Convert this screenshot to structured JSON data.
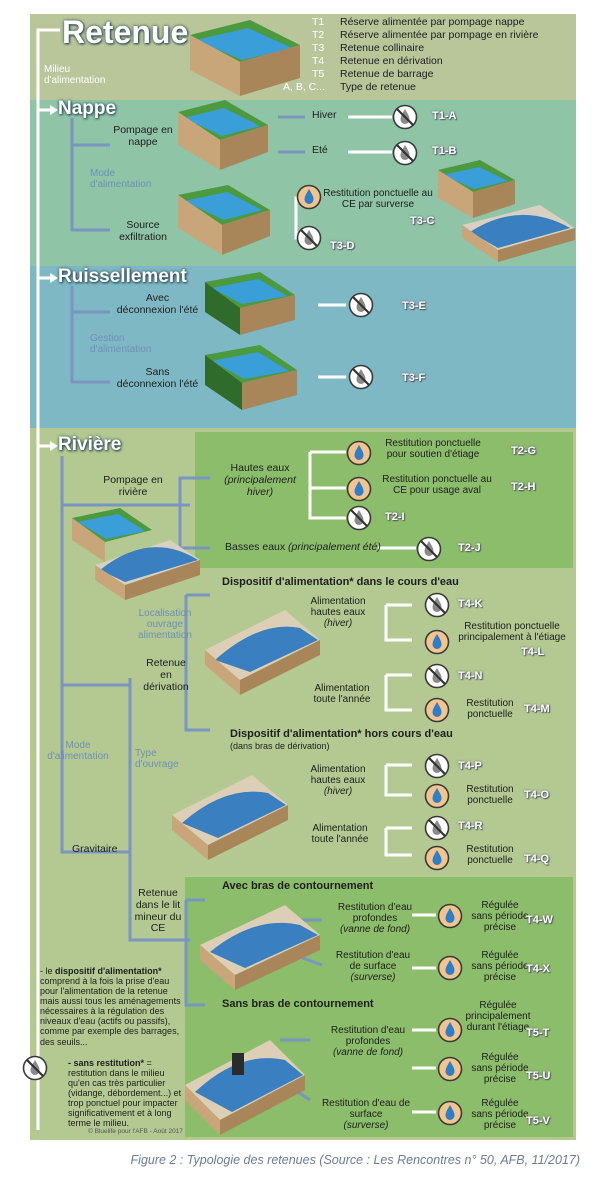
{
  "title": "Retenue",
  "milieu_label": "Milieu d'alimentation",
  "legend": [
    {
      "code": "T1",
      "text": "Réserve alimentée par pompage nappe"
    },
    {
      "code": "T2",
      "text": "Réserve alimentée par pompage en rivière"
    },
    {
      "code": "T3",
      "text": "Retenue collinaire"
    },
    {
      "code": "T4",
      "text": "Retenue en dérivation"
    },
    {
      "code": "T5",
      "text": "Retenue de barrage"
    },
    {
      "code": "A, B, C...",
      "text": "Type de retenue"
    }
  ],
  "nappe": {
    "header": "Nappe",
    "mode_label": "Mode d'alimentation",
    "pompage": "Pompage en nappe",
    "hiver": "Hiver",
    "ete": "Eté",
    "t1a": "T1-A",
    "t1b": "T1-B",
    "source": "Source exfiltration",
    "restitution": "Restitution ponctuelle au CE par surverse",
    "t3c": "T3-C",
    "t3d": "T3-D"
  },
  "ruissellement": {
    "header": "Ruissellement",
    "gestion_label": "Gestion d'alimentation",
    "avec": "Avec déconnexion l'été",
    "sans": "Sans déconnexion l'été",
    "t3e": "T3-E",
    "t3f": "T3-F"
  },
  "riviere": {
    "header": "Rivière",
    "pompage": "Pompage en rivière",
    "hautes_eaux": "Hautes eaux",
    "hautes_eaux_note": "(principalement hiver)",
    "basses_eaux": "Basses eaux",
    "basses_eaux_note": "(principalement été)",
    "rest_etiage": "Restitution ponctuelle pour soutien d'étiage",
    "t2g": "T2-G",
    "rest_aval": "Restitution ponctuelle au CE pour usage aval",
    "t2h": "T2-H",
    "t2i": "T2-I",
    "t2j": "T2-J",
    "mode_label": "Mode d'alimentation",
    "localisation_label": "Localisation ouvrage alimentation",
    "type_ouvrage_label": "Type d'ouvrage",
    "dispositif_dans": "Dispositif d'alimentation* dans le cours d'eau",
    "dispositif_hors": "Dispositif d'alimentation* hors cours d'eau",
    "dispositif_hors_note": "(dans bras de dérivation)",
    "retenue_derivation": "Retenue en dérivation",
    "gravitaire": "Gravitaire",
    "alim_hautes": "Alimentation hautes eaux",
    "alim_hautes_note": "(hiver)",
    "alim_toute": "Alimentation toute l'année",
    "t4k": "T4-K",
    "rest_princ_etiage": "Restitution ponctuelle principalement à l'étiage",
    "t4l": "T4-L",
    "t4n": "T4-N",
    "rest_ponct": "Restitution ponctuelle",
    "t4m": "T4-M",
    "alim_hautes2": "Alimentation hautes eaux",
    "alim_hautes2_note": "(hiver)",
    "t4p": "T4-P",
    "t4o": "T4-O",
    "alim_toute2": "Alimentation toute l'année",
    "t4r": "T4-R",
    "t4q": "T4-Q",
    "retenue_lit": "Retenue dans le lit mineur du CE",
    "avec_bras": "Avec bras de contournement",
    "sans_bras": "Sans bras de contournement",
    "rest_profondes": "Restitution d'eau profondes",
    "vanne": "(vanne de fond)",
    "rest_surface": "Restitution d'eau de surface",
    "surverse": "(surverse)",
    "reg_sans": "Régulée sans période précise",
    "reg_princ": "Régulée principalement durant l'étiage",
    "t4w": "T4-W",
    "t4x": "T4-X",
    "t5t": "T5-T",
    "t5u": "T5-U",
    "t5v": "T5-V"
  },
  "footnote": {
    "dispositif_intro": "- le",
    "dispositif_term": "dispositif d'alimentation*",
    "dispositif_text": "comprend à la fois la prise d'eau pour l'alimentation de la retenue mais aussi tous les aménagements nécessaires à la régulation des niveaux d'eau (actifs ou passifs), comme par exemple des barrages, des seuils...",
    "sans_term": "- sans restitution*",
    "sans_text": "= restitution dans le milieu qu'en cas très particulier (vidange, débordement...) et trop ponctuel pour impacter significativement et à long terme le milieu.",
    "credit": "© Bluelife pour l'AFB - Août 2017"
  },
  "caption": "Figure 2 : Typologie des retenues (Source : Les Rencontres n° 50, AFB, 11/2017)",
  "icons": [
    "pool-illustration",
    "no-restitution-icon",
    "restitution-icon"
  ],
  "colors": {
    "band_retenue": "#b9c69a",
    "band_nappe": "#8fc4a6",
    "band_ruissellement": "#7fb8c5",
    "band_riviere": "#b3c991",
    "box_green": "#8cbd6a",
    "connector": "#7a95c0",
    "white_line": "#ffffff",
    "water": "#3f9fd9"
  }
}
